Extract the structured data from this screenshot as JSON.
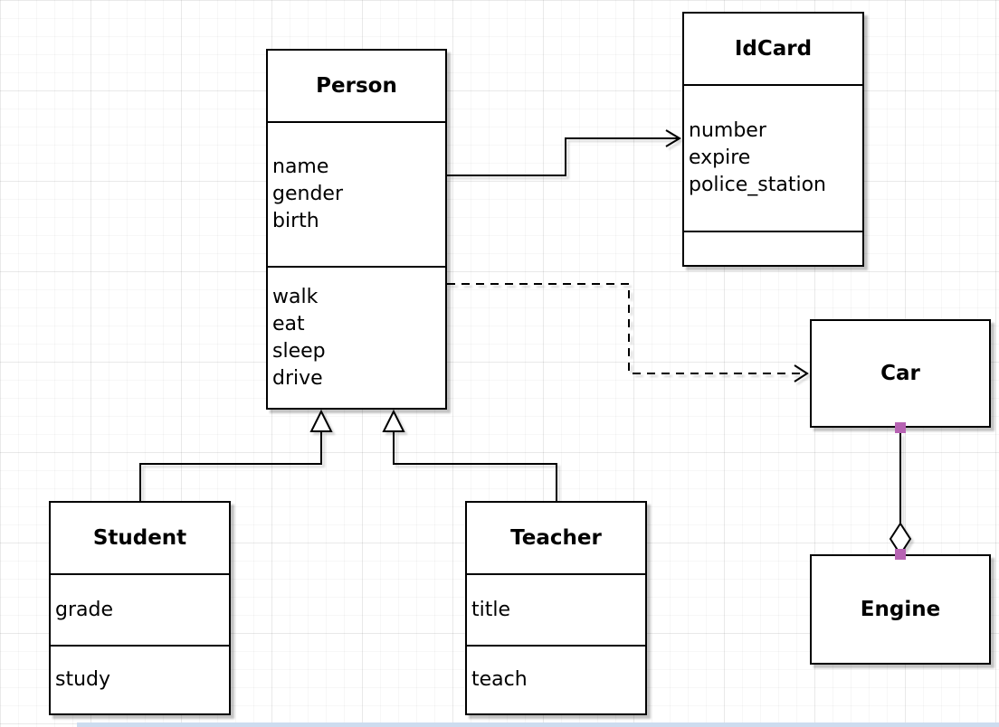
{
  "classes": {
    "person": {
      "title": "Person",
      "attributes": [
        "name",
        "gender",
        "birth"
      ],
      "methods": [
        "walk",
        "eat",
        "sleep",
        "drive"
      ]
    },
    "idcard": {
      "title": "IdCard",
      "attributes": [
        "number",
        "expire",
        "police_station"
      ],
      "methods": []
    },
    "car": {
      "title": "Car",
      "attributes": [],
      "methods": []
    },
    "engine": {
      "title": "Engine",
      "attributes": [],
      "methods": []
    },
    "student": {
      "title": "Student",
      "attributes": [
        "grade"
      ],
      "methods": [
        "study"
      ]
    },
    "teacher": {
      "title": "Teacher",
      "attributes": [
        "title"
      ],
      "methods": [
        "teach"
      ]
    }
  },
  "relationships": [
    {
      "from": "Person",
      "to": "IdCard",
      "type": "association",
      "line": "solid",
      "arrow": "open-arrow"
    },
    {
      "from": "Person",
      "to": "Car",
      "type": "dependency",
      "line": "dashed",
      "arrow": "open-arrow"
    },
    {
      "from": "Student",
      "to": "Person",
      "type": "generalization",
      "line": "solid",
      "arrow": "hollow-triangle"
    },
    {
      "from": "Teacher",
      "to": "Person",
      "type": "generalization",
      "line": "solid",
      "arrow": "hollow-triangle"
    },
    {
      "from": "Car",
      "to": "Engine",
      "type": "aggregation",
      "line": "solid",
      "arrow": "hollow-diamond"
    }
  ],
  "colors": {
    "shape_border": "#000000",
    "shape_fill": "#ffffff",
    "connection_point": "#b763b3",
    "page_edge": "#cddcef"
  }
}
